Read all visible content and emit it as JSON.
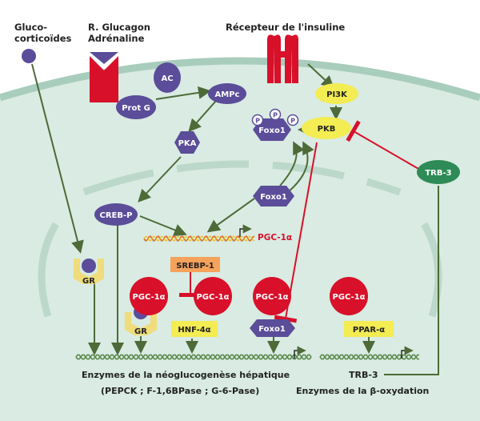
{
  "colors": {
    "cell_fill": "#d9ebe2",
    "membrane": "#a9cdbd",
    "nucleus_line": "#bcd8ca",
    "purple": "#5b4d99",
    "red": "#d8102a",
    "yellow": "#f3ec52",
    "green_node": "#2e8b57",
    "orange": "#f5a25a",
    "arrow": "#4d6a38",
    "inhibit": "#d8102a",
    "dna": "#5c8a4f",
    "mrna": "#e06b1f"
  },
  "labels": {
    "glucocorticoids": [
      "Gluco-",
      "corticoïdes"
    ],
    "glucagon": [
      "R. Glucagon",
      "Adrénaline"
    ],
    "insulin_receptor": "Récepteur de l'insuline",
    "ac": "AC",
    "prot_g": "Prot G",
    "ampc": "AMPc",
    "pka": "PKA",
    "creb_p": "CREB-P",
    "pi3k": "PI3K",
    "pkb": "PKB",
    "foxo1_p": "Foxo1",
    "phospho": "P",
    "foxo1_nuc": "Foxo1",
    "trb3": "TRB-3",
    "pgc1a_gene": "PGC-1α",
    "gr": "GR",
    "gr_bound": "GR",
    "srebp1": "SREBP-1",
    "pgc1a_1": "PGC-1α",
    "pgc1a_2": "PGC-1α",
    "pgc1a_3": "PGC-1α",
    "pgc1a_4": "PGC-1α",
    "hnf4a": "HNF-4α",
    "foxo1_bound": "Foxo1",
    "ppara": "PPAR-α",
    "trb3_gene": "TRB-3"
  },
  "footer": {
    "neoglucogenese": "Enzymes de la néoglucogenèse hépatique",
    "neoglucogenese_list": "(PEPCK ; F-1,6BPase ; G-6-Pase)",
    "beta_oxydation": "Enzymes de la β-oxydation"
  }
}
